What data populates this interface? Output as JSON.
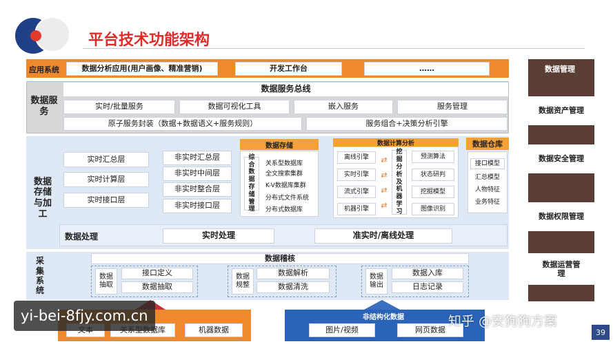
{
  "title": "平台技术功能架构",
  "page_number": "39",
  "watermark_left": "yi-bei-8fjy.com.cn",
  "watermark_right": "知乎 @安狗狗方案",
  "app_layer": {
    "label": "应用系统",
    "items": [
      "数据分析应用(用户画像、精准营销)",
      "开发工作台",
      "……"
    ]
  },
  "service_layer": {
    "label": "数据服务",
    "bus": "数据服务总线",
    "row1": [
      "实时/批量服务",
      "数据可视化工具",
      "嵌入服务",
      "服务管理"
    ],
    "row2": [
      "原子服务封装（数据+数据语义+服务规则）",
      "服务组合+决策分析引擎"
    ]
  },
  "storage_layer": {
    "label": "数据存储与加工",
    "realtime": [
      "实时汇总层",
      "实时计算层",
      "实时接口层"
    ],
    "nonrealtime": [
      "非实时汇总层",
      "非实时中间层",
      "非实时整合层",
      "非实时接口层"
    ],
    "storage_title": "数据存储",
    "storage_side": "综合数据存储管理",
    "storage_items": [
      "关系型数据库",
      "全文搜索集群",
      "K-V数据库集群",
      "分布式文件系统",
      "分布式数据库"
    ],
    "compute_title": "数据计算分析",
    "engines": [
      "离线引擎",
      "实时引擎",
      "流式引擎",
      "机器引擎"
    ],
    "mining_side": "挖掘分析及机器学习",
    "algorithms": [
      "预测算法",
      "状态研判",
      "挖掘模型",
      "图像识别"
    ],
    "warehouse_title": "数据仓库",
    "warehouse_items": [
      "接口模型",
      "汇总模型",
      "人物特征",
      "业务特征"
    ],
    "processing_label": "数据处理",
    "processing_items": [
      "实时处理",
      "准实时/离线处理"
    ]
  },
  "collection_layer": {
    "label": "采集系统",
    "audit": "数据稽核",
    "groups": [
      {
        "name": "数据抽取",
        "items": [
          "接口定义",
          "数据抽取"
        ]
      },
      {
        "name": "数据规整",
        "items": [
          "数据解析",
          "数据清洗"
        ]
      },
      {
        "name": "数据输出",
        "items": [
          "数据入库",
          "日志记录"
        ]
      }
    ]
  },
  "sources": {
    "structured_items": [
      "文本",
      "关系型数据库",
      "机器数据"
    ],
    "unstructured_title": "非结构化数据",
    "unstructured_items": [
      "图片/视频",
      "网页数据"
    ]
  },
  "management": {
    "title": "数据管理",
    "items": [
      "数据资产管理",
      "数据安全管理",
      "数据权限管理",
      "数据运营管理"
    ]
  }
}
